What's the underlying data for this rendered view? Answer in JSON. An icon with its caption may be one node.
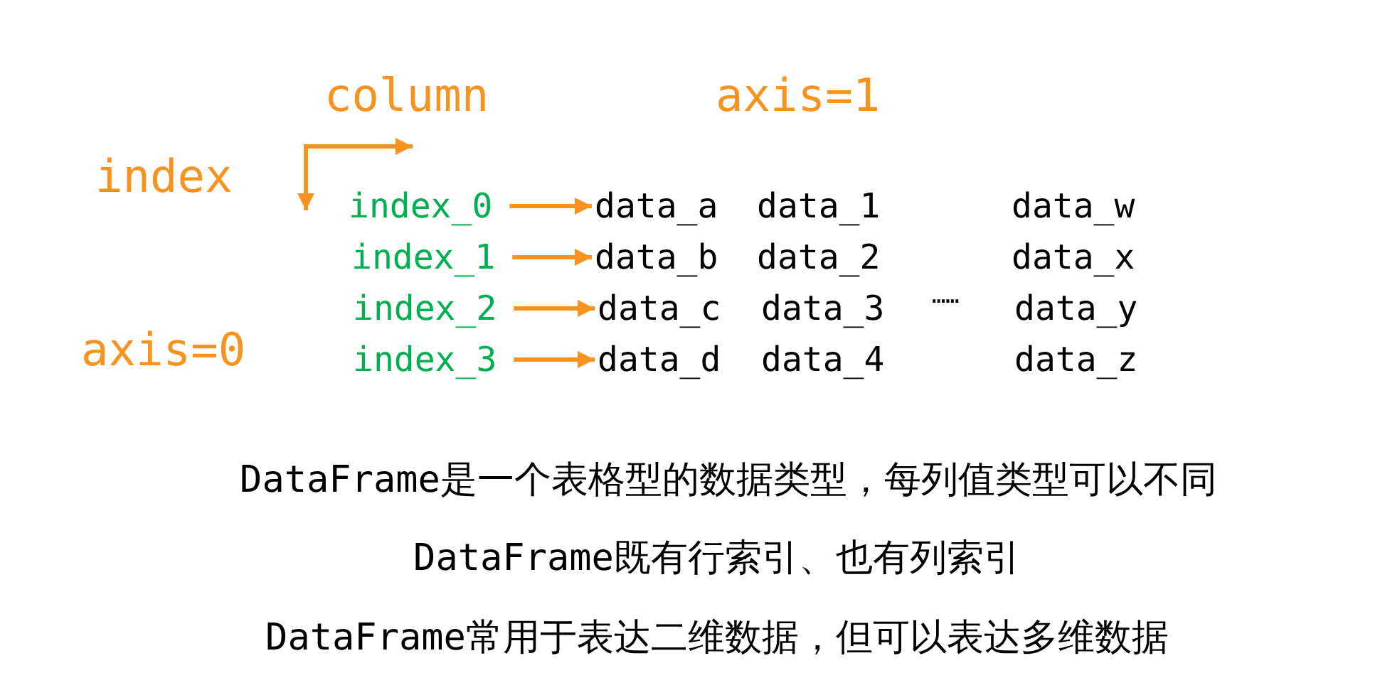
{
  "diagram": {
    "nodes": [
      {
        "text": [
          "index_0"
        ]
      },
      {
        "text": [
          "index_1"
        ]
      },
      {
        "text": [
          "index_2"
        ]
      },
      {
        "text": [
          "index_3"
        ]
      },
      {
        "text": [
          "data_a"
        ]
      },
      {
        "text": [
          "data_b"
        ]
      },
      {
        "text": [
          "data_c"
        ]
      },
      {
        "text": [
          "data_d"
        ]
      }
    ],
    "edges": [
      {
        "from": 0,
        "to": 4,
        "arrow": "to"
      },
      {
        "from": 1,
        "to": 5,
        "arrow": "to"
      },
      {
        "from": 2,
        "to": 6,
        "arrow": "to"
      },
      {
        "from": 3,
        "to": 7,
        "arrow": "to"
      }
    ],
    "labels": [
      "column",
      "axis=1",
      "index",
      "data_1",
      "data_w",
      "data_2",
      "data_x",
      "……",
      "data_3",
      "data_y",
      "axis=0",
      "data_4",
      "data_z",
      "DataFrame是一个表格型的数据类型，每列值类型可以不同",
      "DataFrame既有行索引、也有列索引",
      "DataFrame常用于表达二维数据，但可以表达多维数据"
    ]
  }
}
